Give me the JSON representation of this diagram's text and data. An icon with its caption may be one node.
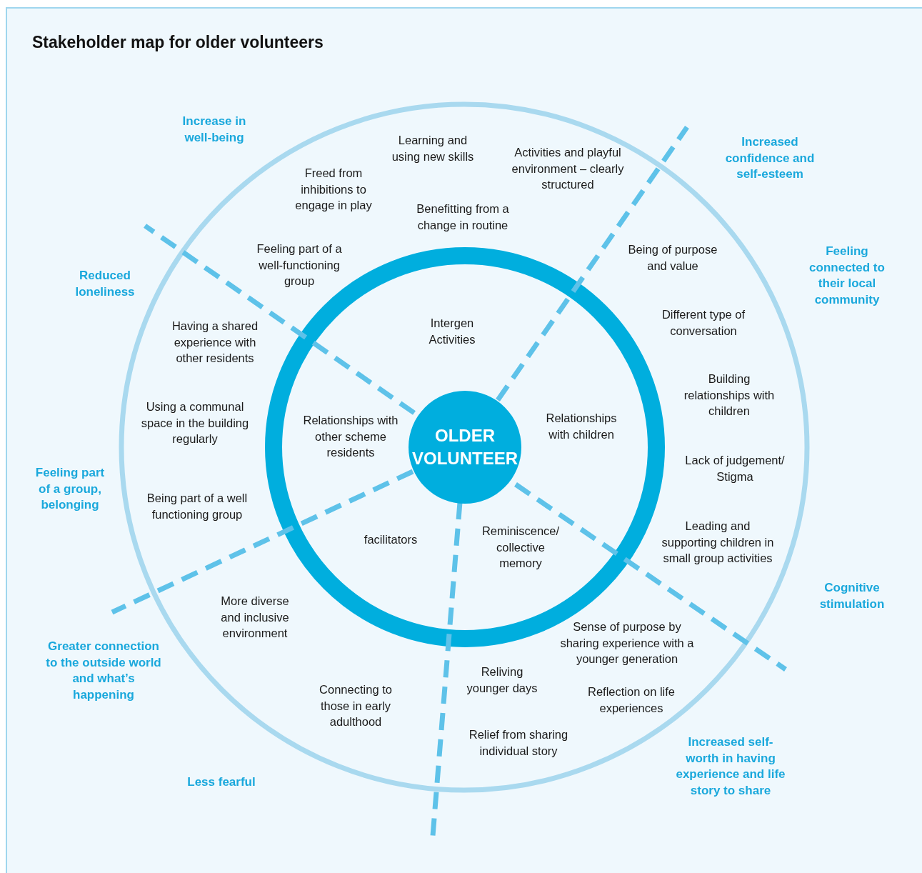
{
  "diagram": {
    "title": "Stakeholder map for older volunteers",
    "nodes": [
      {
        "text": [
          "OLDER VOLUNTEER"
        ]
      }
    ],
    "labels": [
      "Increase in well-being",
      "Learning and using new skills",
      "Activities and playful environment – clearly structured",
      "Increased confidence and self-esteem",
      "Freed from inhibitions to engage in play",
      "Benefitting from a change in routine",
      "Feeling part of a well-functioning group",
      "Being of purpose and value",
      "Feeling connected to their local community",
      "Reduced loneliness",
      "Different type of conversation",
      "Intergen Activities",
      "Having a shared experience with other residents",
      "Building relationships with children",
      "Relationships with other scheme residents",
      "Relationships with children",
      "Using a communal space in the building regularly",
      "Lack of judgement/ Stigma",
      "Feeling part of a group, belonging",
      "Being part of a well functioning group",
      "facilitators",
      "Reminiscence/ collective memory",
      "Leading and supporting children in small group activities",
      "Cognitive stimulation",
      "More diverse and inclusive environment",
      "Sense of purpose by sharing experience with a younger generation",
      "Greater connection to the outside world and what’s happening",
      "Reliving younger days",
      "Connecting to those in early adulthood",
      "Reflection on life experiences",
      "Relief from sharing individual story",
      "Increased self-worth in having experience and life story to share",
      "Less fearful"
    ]
  }
}
